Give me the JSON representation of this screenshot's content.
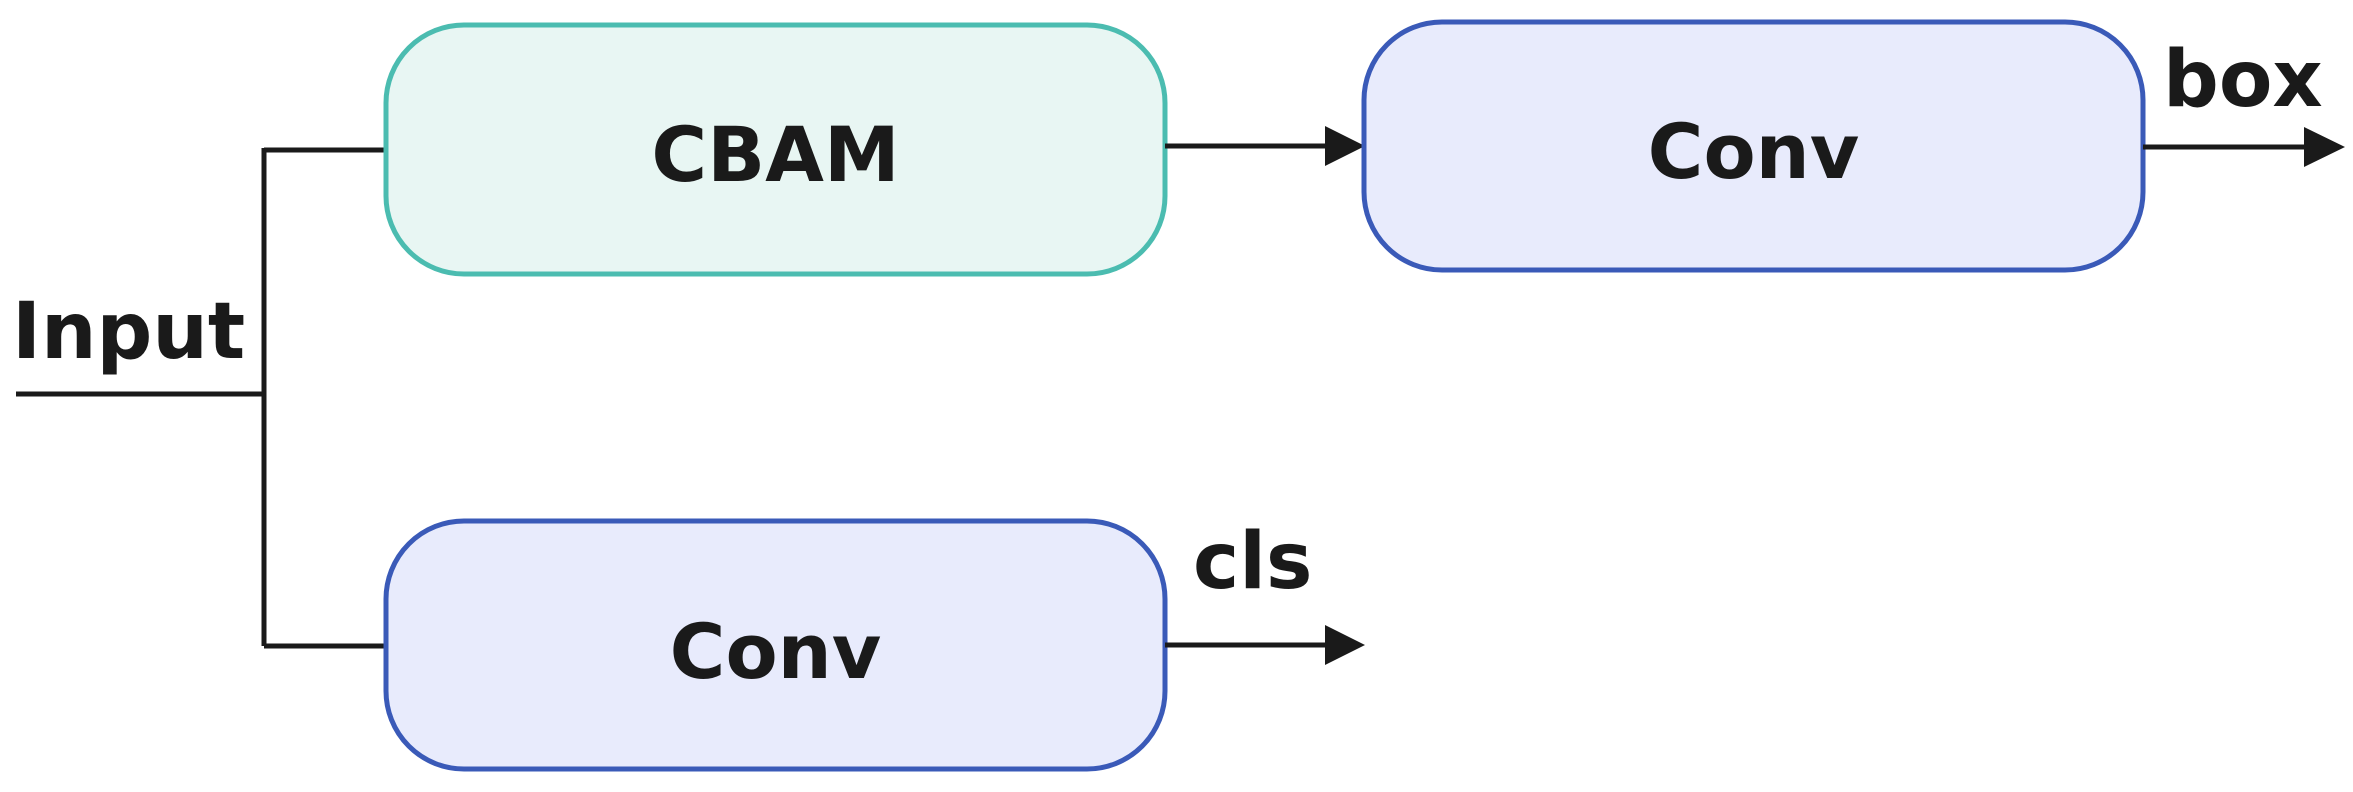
{
  "diagram": {
    "input_label": "Input",
    "nodes": {
      "cbam": {
        "label": "CBAM",
        "fill": "#e8f6f3",
        "stroke": "#4bbcb0"
      },
      "conv_top": {
        "label": "Conv",
        "fill": "#e8ebfc",
        "stroke": "#3a5ab8"
      },
      "conv_bottom": {
        "label": "Conv",
        "fill": "#e8ebfc",
        "stroke": "#3a5ab8"
      }
    },
    "outputs": {
      "box_label": "box",
      "cls_label": "cls"
    },
    "edge_color": "#1a1a1a"
  }
}
